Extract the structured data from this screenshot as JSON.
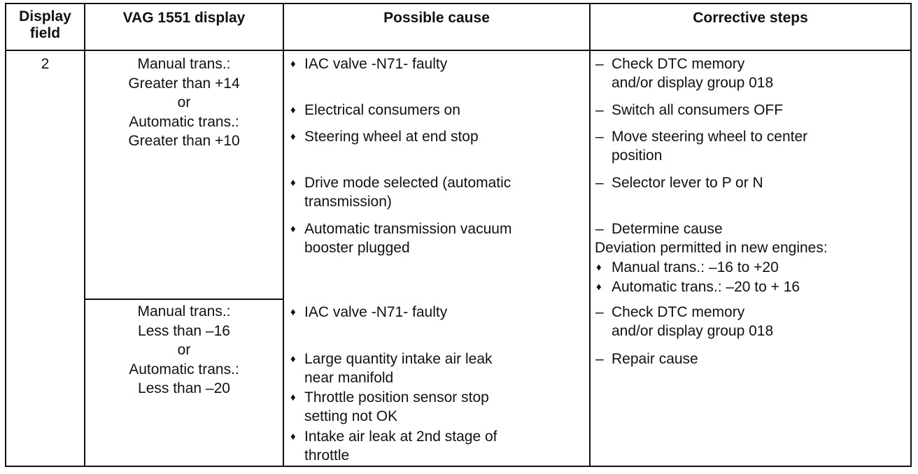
{
  "headers": {
    "display_field": [
      "Display",
      "field"
    ],
    "vag_display": "VAG 1551 display",
    "possible_cause": "Possible cause",
    "corrective_steps": "Corrective steps"
  },
  "row": {
    "field": "2",
    "block1": {
      "display": [
        "Manual trans.:",
        "Greater than +14",
        "or",
        "Automatic trans.:",
        "Greater than +10"
      ],
      "causes": [
        [
          "IAC valve -N71- faulty"
        ],
        [
          "Electrical consumers on"
        ],
        [
          "Steering wheel at end stop"
        ],
        [
          "Drive mode selected (automatic",
          "transmission)"
        ],
        [
          "Automatic transmission vacuum",
          "booster plugged"
        ]
      ],
      "steps": [
        [
          "Check DTC memory",
          "and/or display group 018"
        ],
        [
          "Switch all consumers OFF"
        ],
        [
          "Move steering wheel to center",
          "position"
        ],
        [
          "Selector lever to P or N"
        ],
        [
          "Determine cause"
        ]
      ],
      "deviation_note": "Deviation permitted in new engines:",
      "deviation_items": [
        "Manual trans.: –16 to +20",
        "Automatic trans.: –20 to + 16"
      ]
    },
    "block2": {
      "display": [
        "Manual trans.:",
        "Less than –16",
        "or",
        "Automatic trans.:",
        "Less than –20"
      ],
      "causes": [
        [
          "IAC valve -N71- faulty"
        ],
        [
          "Large quantity intake air leak",
          "near manifold"
        ],
        [
          "Throttle position sensor stop",
          "setting not OK"
        ],
        [
          "Intake air leak at 2nd stage of",
          "throttle"
        ]
      ],
      "steps": [
        [
          "Check DTC memory",
          "and/or display group 018"
        ],
        [
          "Repair cause"
        ]
      ]
    }
  },
  "bullet_glyph": "♦",
  "dash_glyph": "–"
}
